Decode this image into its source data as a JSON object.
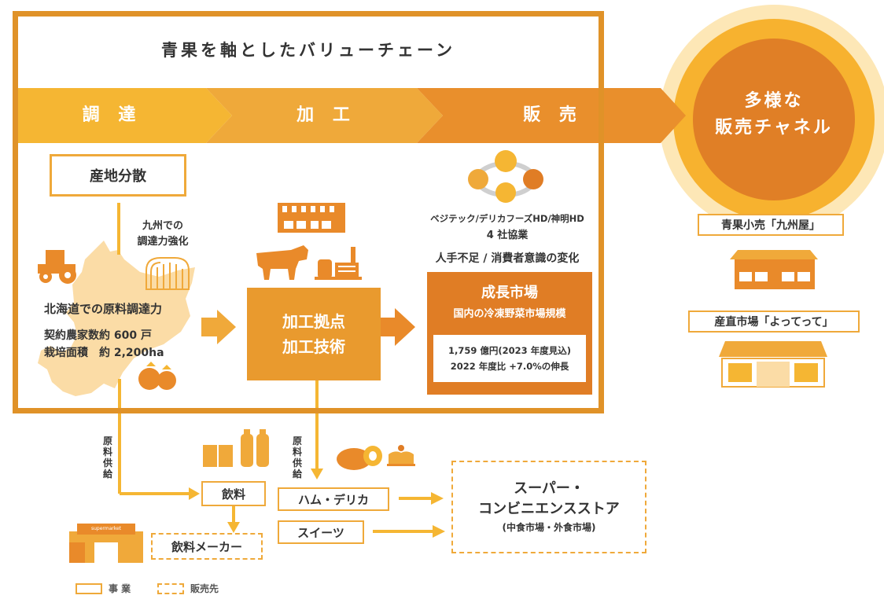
{
  "title": "青果を軸としたバリューチェーン",
  "stages": [
    "調 達",
    "加 工",
    "販 売"
  ],
  "channel": {
    "line1": "多様な",
    "line2": "販売チャネル"
  },
  "procure": {
    "box": "産地分散",
    "kyushu_1": "九州での",
    "kyushu_2": "調達力強化",
    "hokkaido": "北海道での原料調達力",
    "farms": "契約農家数約 600 戸",
    "area": "栽培面積　約 2,200ha"
  },
  "process": {
    "line1": "加工拠点",
    "line2": "加工技術"
  },
  "sales": {
    "partners": "ベジテック/デリカフーズHD/神明HD",
    "alliance": "4 社協業",
    "trend": "人手不足 / 消費者意識の変化",
    "market_title": "成長市場",
    "market_sub": "国内の冷凍野菜市場規模",
    "market_value": "1,759 億円(2023 年度見込)",
    "market_growth": "2022 年度比 +7.0%の伸長"
  },
  "retail": {
    "kyushuya": "青果小売「九州屋」",
    "yottette": "産直市場「よってって」"
  },
  "supply_label": "原料供給",
  "supply_label2": "原料供給",
  "drinks": "飲料",
  "drink_maker": "飲料メーカー",
  "ham": "ハム・デリカ",
  "sweets": "スイーツ",
  "store": {
    "line1": "スーパー・",
    "line2": "コンビニエンスストア",
    "line3": "(中食市場・外食市場)"
  },
  "supermarket_sign": "supermarket",
  "legend": {
    "business": "事 業",
    "destination": "販売先"
  },
  "colors": {
    "light": "#f5b633",
    "mid": "#efa93a",
    "dark": "#e07d25"
  }
}
